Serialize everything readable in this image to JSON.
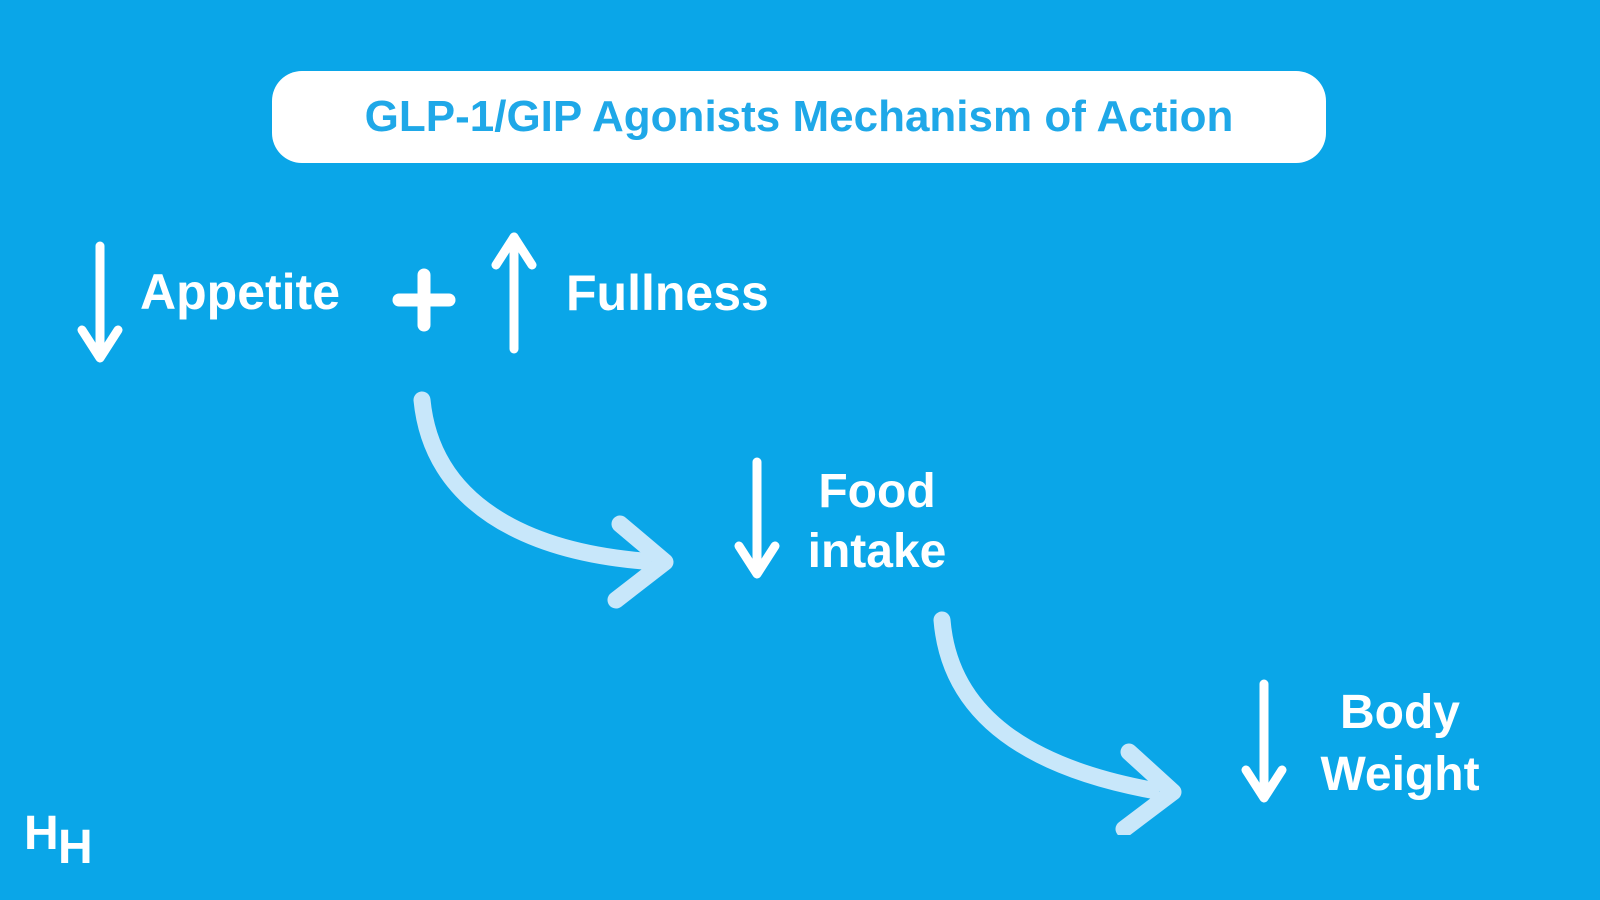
{
  "colors": {
    "background": "#0AA6E8",
    "title_card_bg": "#FFFFFF",
    "title_text": "#1FA8E8",
    "label_text": "#FFFFFF",
    "arrow_white": "#FFFFFF",
    "arrow_pale_blue": "#C8E7FA"
  },
  "title": {
    "text": "GLP-1/GIP Agonists Mechanism of Action"
  },
  "nodes": {
    "appetite": {
      "label": "Appetite",
      "direction": "decrease",
      "icon": "down-arrow"
    },
    "operator": {
      "symbol": "+",
      "icon": "plus"
    },
    "fullness": {
      "label": "Fullness",
      "direction": "increase",
      "icon": "up-arrow"
    },
    "food_intake": {
      "line1": "Food",
      "line2": "intake",
      "direction": "decrease",
      "icon": "down-arrow"
    },
    "body_weight": {
      "line1": "Body",
      "line2": "Weight",
      "direction": "decrease",
      "icon": "down-arrow"
    }
  },
  "connections": [
    {
      "from": "appetite-and-fullness",
      "to": "food-intake",
      "icon": "curved-arrow"
    },
    {
      "from": "food-intake",
      "to": "body-weight",
      "icon": "curved-arrow"
    }
  ],
  "logo": {
    "letter1": "H",
    "letter2": "H"
  }
}
